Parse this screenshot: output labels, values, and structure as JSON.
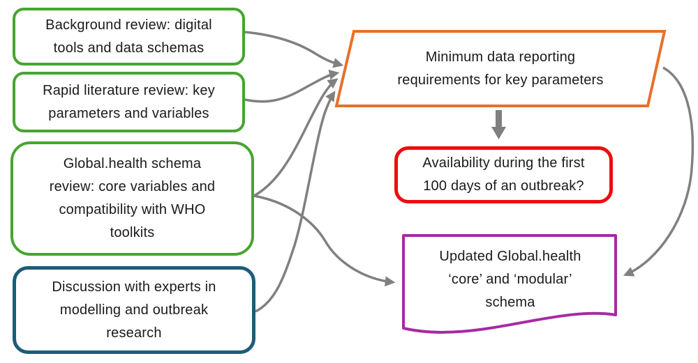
{
  "colors": {
    "background": "#ffffff",
    "arrow": "#808080",
    "thick_arrow": "#7f7f7f",
    "text": "#1a1a1a"
  },
  "nodes": {
    "background_review": {
      "shape": "rounded-rectangle",
      "border_color": "#46a52f",
      "lines": [
        "Background review: digital",
        "tools and data schemas"
      ]
    },
    "literature_review": {
      "shape": "rounded-rectangle",
      "border_color": "#46a52f",
      "lines": [
        "Rapid literature review: key",
        "parameters and variables"
      ]
    },
    "gh_schema_review": {
      "shape": "rounded-rectangle",
      "border_color": "#46a52f",
      "lines": [
        "Global.health schema",
        "review: core variables and",
        "compatibility with WHO",
        "toolkits"
      ]
    },
    "expert_discussion": {
      "shape": "rounded-rectangle",
      "border_color": "#1e5c78",
      "lines": [
        "Discussion with experts in",
        "modelling and outbreak",
        "research"
      ]
    },
    "min_requirements": {
      "shape": "parallelogram",
      "border_color": "#e8702a",
      "lines": [
        "Minimum data reporting",
        "requirements for key parameters"
      ]
    },
    "availability": {
      "shape": "rounded-rectangle",
      "border_color": "#ee0c0c",
      "lines": [
        "Availability during the first",
        "100 days of an outbreak?"
      ]
    },
    "updated_schema": {
      "shape": "document",
      "border_color": "#a62aa2",
      "lines": [
        "Updated Global.health",
        "‘core’ and ‘modular’",
        "schema"
      ]
    }
  },
  "connections": [
    {
      "from": "background_review",
      "to": "min_requirements"
    },
    {
      "from": "literature_review",
      "to": "min_requirements"
    },
    {
      "from": "gh_schema_review",
      "to": "min_requirements"
    },
    {
      "from": "expert_discussion",
      "to": "min_requirements"
    },
    {
      "from": "gh_schema_review",
      "to": "updated_schema"
    },
    {
      "from": "min_requirements",
      "to": "availability"
    },
    {
      "from": "min_requirements",
      "to": "updated_schema"
    }
  ]
}
